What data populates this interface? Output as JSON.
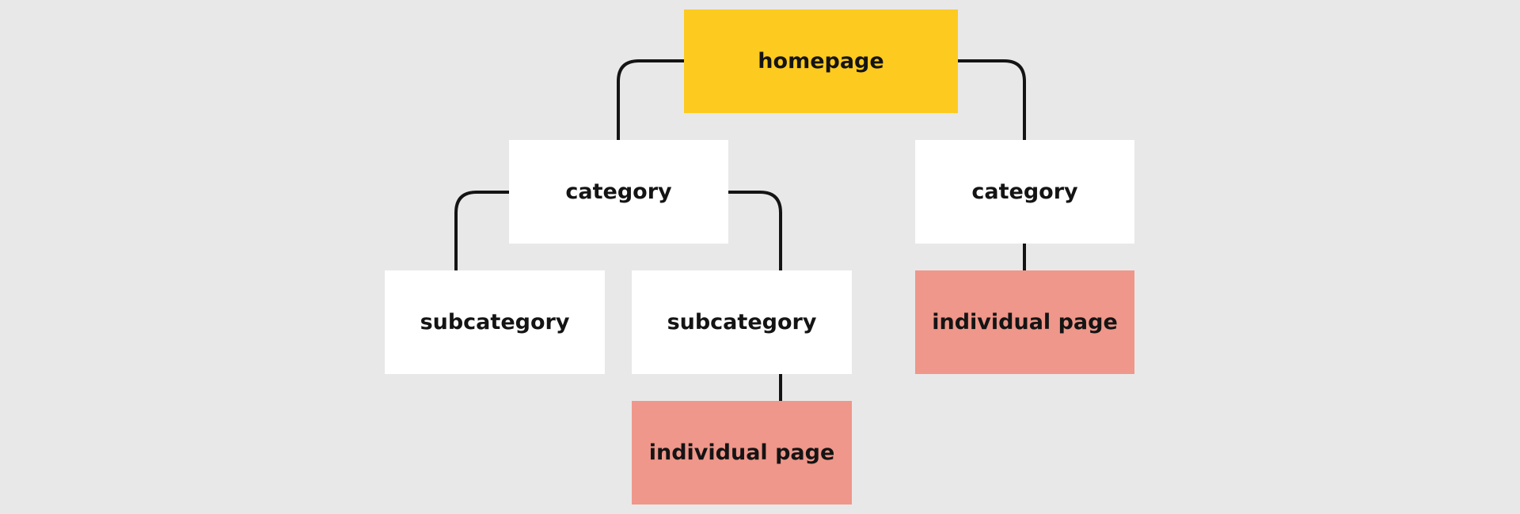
{
  "diagram": {
    "colors": {
      "background": "#e8e8e8",
      "homepage": "#fdca20",
      "category": "#ffffff",
      "subcategory": "#ffffff",
      "individual_page": "#ef978a",
      "connector": "#141414"
    },
    "nodes": {
      "homepage": "homepage",
      "category_left": "category",
      "category_right": "category",
      "subcategory_left": "subcategory",
      "subcategory_right": "subcategory",
      "individual_page_lower": "individual page",
      "individual_page_right": "individual page"
    },
    "edges": [
      [
        "homepage",
        "category_left"
      ],
      [
        "homepage",
        "category_right"
      ],
      [
        "category_left",
        "subcategory_left"
      ],
      [
        "category_left",
        "subcategory_right"
      ],
      [
        "subcategory_right",
        "individual_page_lower"
      ],
      [
        "category_right",
        "individual_page_right"
      ]
    ]
  }
}
